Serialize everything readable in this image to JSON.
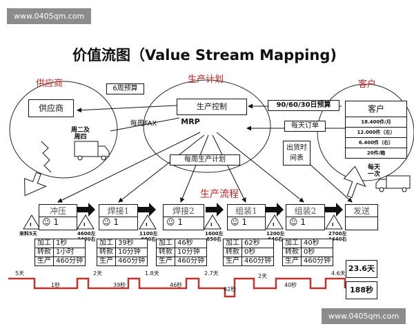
{
  "watermark_top": "www.0405qm.com",
  "watermark_bottom": "www.0405qm.com",
  "title": "价值流图（Value Stream Mapping)",
  "section_labels": {
    "supplier": "供应商",
    "production_plan": "生产计划",
    "customer": "客户",
    "production_flow": "生产流程"
  },
  "boxes": {
    "supplier": "供应商",
    "production_control": "生产控制",
    "customer": "客户",
    "mrp": "MRP",
    "six_week_forecast": "6周预算",
    "forecast_90_60_30": "90/60/30日预算",
    "daily_order": "每天订单",
    "weekly_plan": "每周生产计划",
    "shipping_schedule_1": "出货时",
    "shipping_schedule_2": "间表",
    "weekly_fax": "每周FAX",
    "tue_thu_1": "周二及",
    "tue_thu_2": "周四",
    "daily_once_1": "每天",
    "daily_once_2": "一次"
  },
  "customer_requirements": [
    "18.400件/月",
    "12.000件（左）",
    "6.400件（右）",
    "20件/箱"
  ],
  "processes": [
    {
      "name": "冲压",
      "operators": "1"
    },
    {
      "name": "焊接1",
      "operators": "1"
    },
    {
      "name": "焊接2",
      "operators": "1"
    },
    {
      "name": "组装1",
      "operators": "1"
    },
    {
      "name": "组装2",
      "operators": "1"
    },
    {
      "name": "发送",
      "operators": ""
    }
  ],
  "operator_icon": "☺",
  "inventories": [
    {
      "line1": "来料5天",
      "line2": ""
    },
    {
      "line1": "4600左",
      "line2": "2400右"
    },
    {
      "line1": "1100左",
      "line2": "600右"
    },
    {
      "line1": "1600左",
      "line2": "850右"
    },
    {
      "line1": "1200左",
      "line2": "640右"
    },
    {
      "line1": "2700左",
      "line2": "1440右"
    }
  ],
  "inventory_mark": "I",
  "data_tables": [
    {
      "rows": [
        [
          "加工",
          "1秒"
        ],
        [
          "转款",
          "1小时"
        ],
        [
          "生产",
          "460分钟"
        ]
      ]
    },
    {
      "rows": [
        [
          "加工",
          "39秒"
        ],
        [
          "转款",
          "10分钟"
        ],
        [
          "生产",
          "460分钟"
        ]
      ]
    },
    {
      "rows": [
        [
          "加工",
          "46秒"
        ],
        [
          "转款",
          "10分钟"
        ],
        [
          "生产",
          "460分钟"
        ]
      ]
    },
    {
      "rows": [
        [
          "加工",
          "62秒"
        ],
        [
          "转款",
          "0秒"
        ],
        [
          "生产",
          "460分钟"
        ]
      ]
    },
    {
      "rows": [
        [
          "加工",
          "40秒"
        ],
        [
          "转款",
          "0秒"
        ],
        [
          "生产",
          "460分钟"
        ]
      ]
    }
  ],
  "timeline": {
    "lead_times": [
      "5天",
      "2天",
      "1.8天",
      "2.7天",
      "2天",
      "4.6天"
    ],
    "process_times": [
      "1秒",
      "39秒",
      "46秒",
      "62秒",
      "40秒"
    ],
    "total_lead_time": "23.6天",
    "total_process_time": "188秒"
  },
  "colors": {
    "accent_red": "#cc2020",
    "watermark_bg": "#8c8c8c"
  }
}
